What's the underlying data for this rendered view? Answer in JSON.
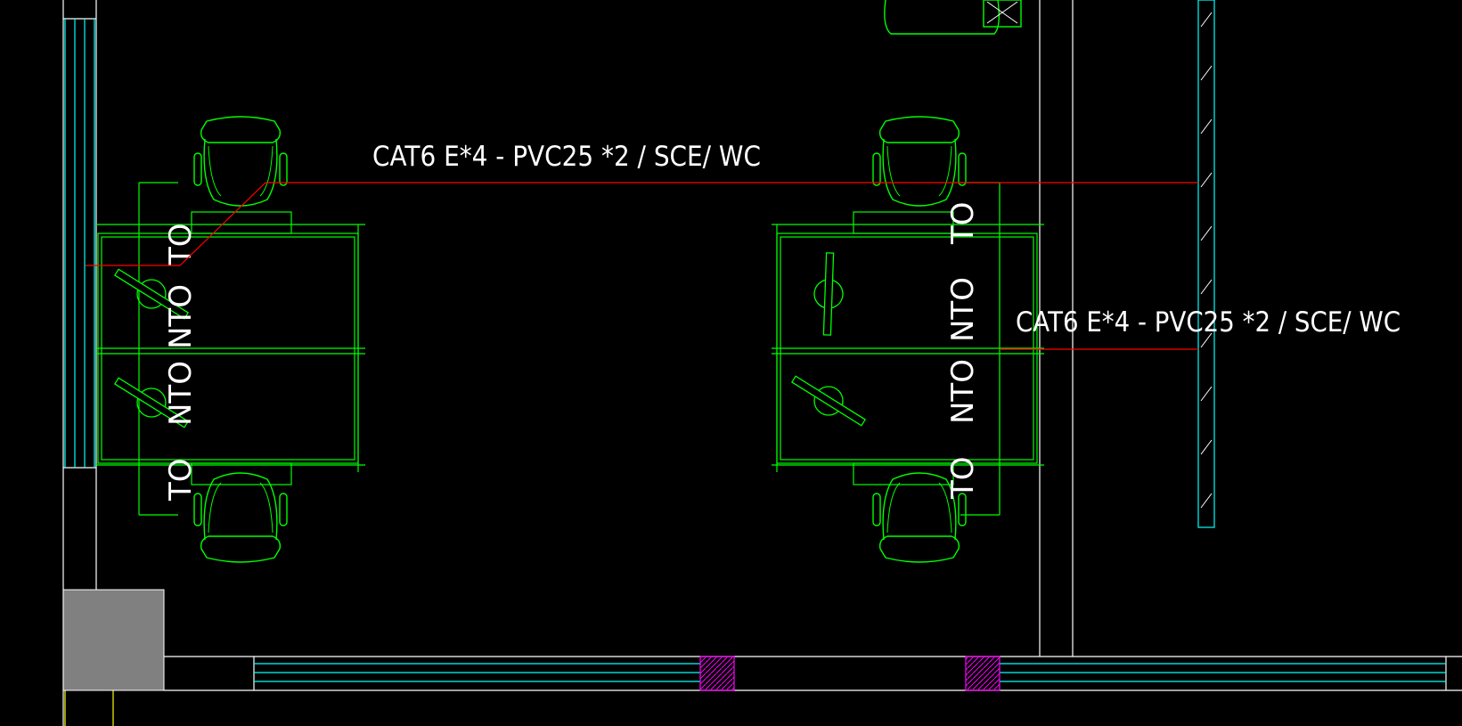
{
  "labels": {
    "cable_label_top": "CAT6 E*4 - PVC25 *2 / SCE/ WC",
    "cable_label_right": "CAT6 E*4 - PVC25 *2 / SCE/ WC",
    "outlet_to": "TO",
    "outlet_nto": "NTO"
  },
  "colors": {
    "background": "#000000",
    "wall": "#ffffff",
    "window": "#00ffff",
    "furniture": "#00ff00",
    "cable": "#ff0000",
    "column": "#808080",
    "hatch": "#ff00ff",
    "edge": "#ffff00"
  },
  "icons": {
    "chair": "chair-icon",
    "monitor": "monitor-icon"
  }
}
